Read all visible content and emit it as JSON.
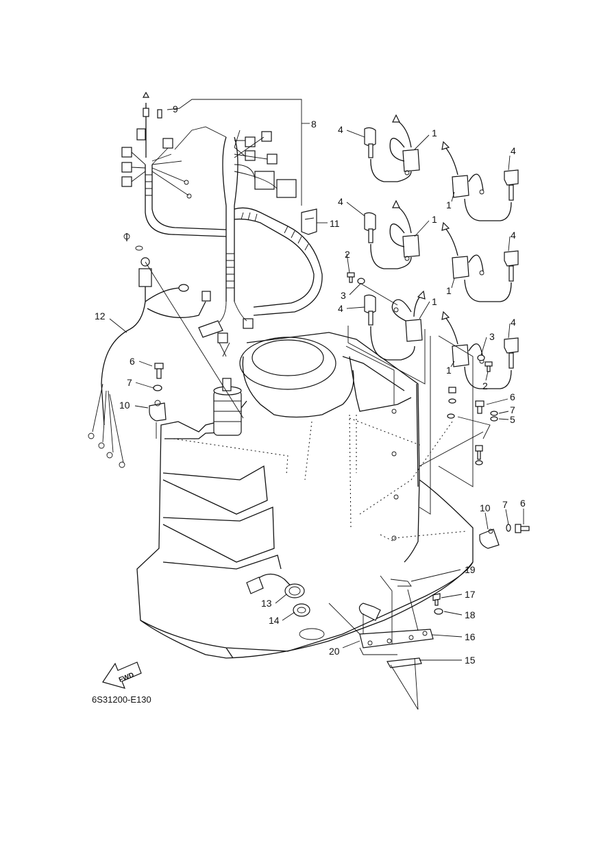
{
  "diagram": {
    "code": "6S31200-E130",
    "direction_label": "FWD",
    "callouts": [
      {
        "key": "c8",
        "label": "8"
      },
      {
        "key": "c9",
        "label": "9"
      },
      {
        "key": "c11",
        "label": "11"
      },
      {
        "key": "c12",
        "label": "12"
      },
      {
        "key": "c6a",
        "label": "6"
      },
      {
        "key": "c7a",
        "label": "7"
      },
      {
        "key": "c10a",
        "label": "10"
      },
      {
        "key": "c4a",
        "label": "4"
      },
      {
        "key": "c1a",
        "label": "1"
      },
      {
        "key": "c4b",
        "label": "4"
      },
      {
        "key": "c1b",
        "label": "1"
      },
      {
        "key": "c4c",
        "label": "4"
      },
      {
        "key": "c1c",
        "label": "1"
      },
      {
        "key": "c4d",
        "label": "4"
      },
      {
        "key": "c1d",
        "label": "1"
      },
      {
        "key": "c2a",
        "label": "2"
      },
      {
        "key": "c3a",
        "label": "3"
      },
      {
        "key": "c4e",
        "label": "4"
      },
      {
        "key": "c1e",
        "label": "1"
      },
      {
        "key": "c4f",
        "label": "4"
      },
      {
        "key": "c3b",
        "label": "3"
      },
      {
        "key": "c1f",
        "label": "1"
      },
      {
        "key": "c2b",
        "label": "2"
      },
      {
        "key": "c6b",
        "label": "6"
      },
      {
        "key": "c7b",
        "label": "7"
      },
      {
        "key": "c5",
        "label": "5"
      },
      {
        "key": "c10b",
        "label": "10"
      },
      {
        "key": "c7c",
        "label": "7"
      },
      {
        "key": "c6c",
        "label": "6"
      },
      {
        "key": "c19",
        "label": "19"
      },
      {
        "key": "c17",
        "label": "17"
      },
      {
        "key": "c18",
        "label": "18"
      },
      {
        "key": "c16",
        "label": "16"
      },
      {
        "key": "c15",
        "label": "15"
      },
      {
        "key": "c13",
        "label": "13"
      },
      {
        "key": "c14",
        "label": "14"
      },
      {
        "key": "c20",
        "label": "20"
      }
    ]
  }
}
